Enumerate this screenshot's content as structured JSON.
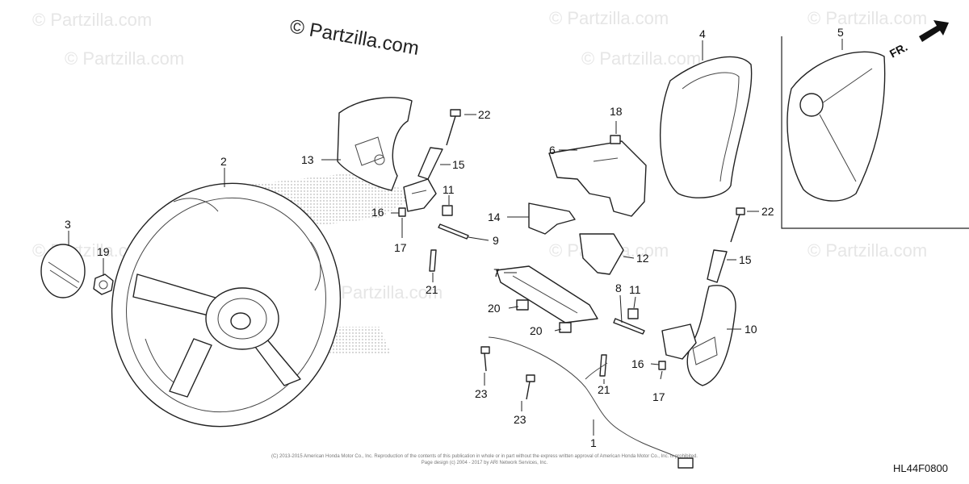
{
  "watermark": {
    "main": "© Partzilla.com",
    "repeat": "© Partzilla.com"
  },
  "arrow_label": "FR.",
  "diagram_code": "HL44F0800",
  "footer": {
    "line1": "(C) 2013-2015 American Honda Motor Co., Inc. Reproduction of the contents of this publication in whole or in part without the express written approval of American Honda Motor Co., Inc. is prohibited.",
    "line2": "Page design (c) 2004 - 2017 by ARI Network Services, Inc."
  },
  "callouts": {
    "c1": "1",
    "c2": "2",
    "c3": "3",
    "c4": "4",
    "c5": "5",
    "c6": "6",
    "c7": "7",
    "c8": "8",
    "c9": "9",
    "c10": "10",
    "c11a": "11",
    "c11b": "11",
    "c12": "12",
    "c13": "13",
    "c14": "14",
    "c15a": "15",
    "c15b": "15",
    "c16a": "16",
    "c16b": "16",
    "c17a": "17",
    "c17b": "17",
    "c18": "18",
    "c19": "19",
    "c20a": "20",
    "c20b": "20",
    "c21a": "21",
    "c21b": "21",
    "c22a": "22",
    "c22b": "22",
    "c23a": "23",
    "c23b": "23"
  }
}
